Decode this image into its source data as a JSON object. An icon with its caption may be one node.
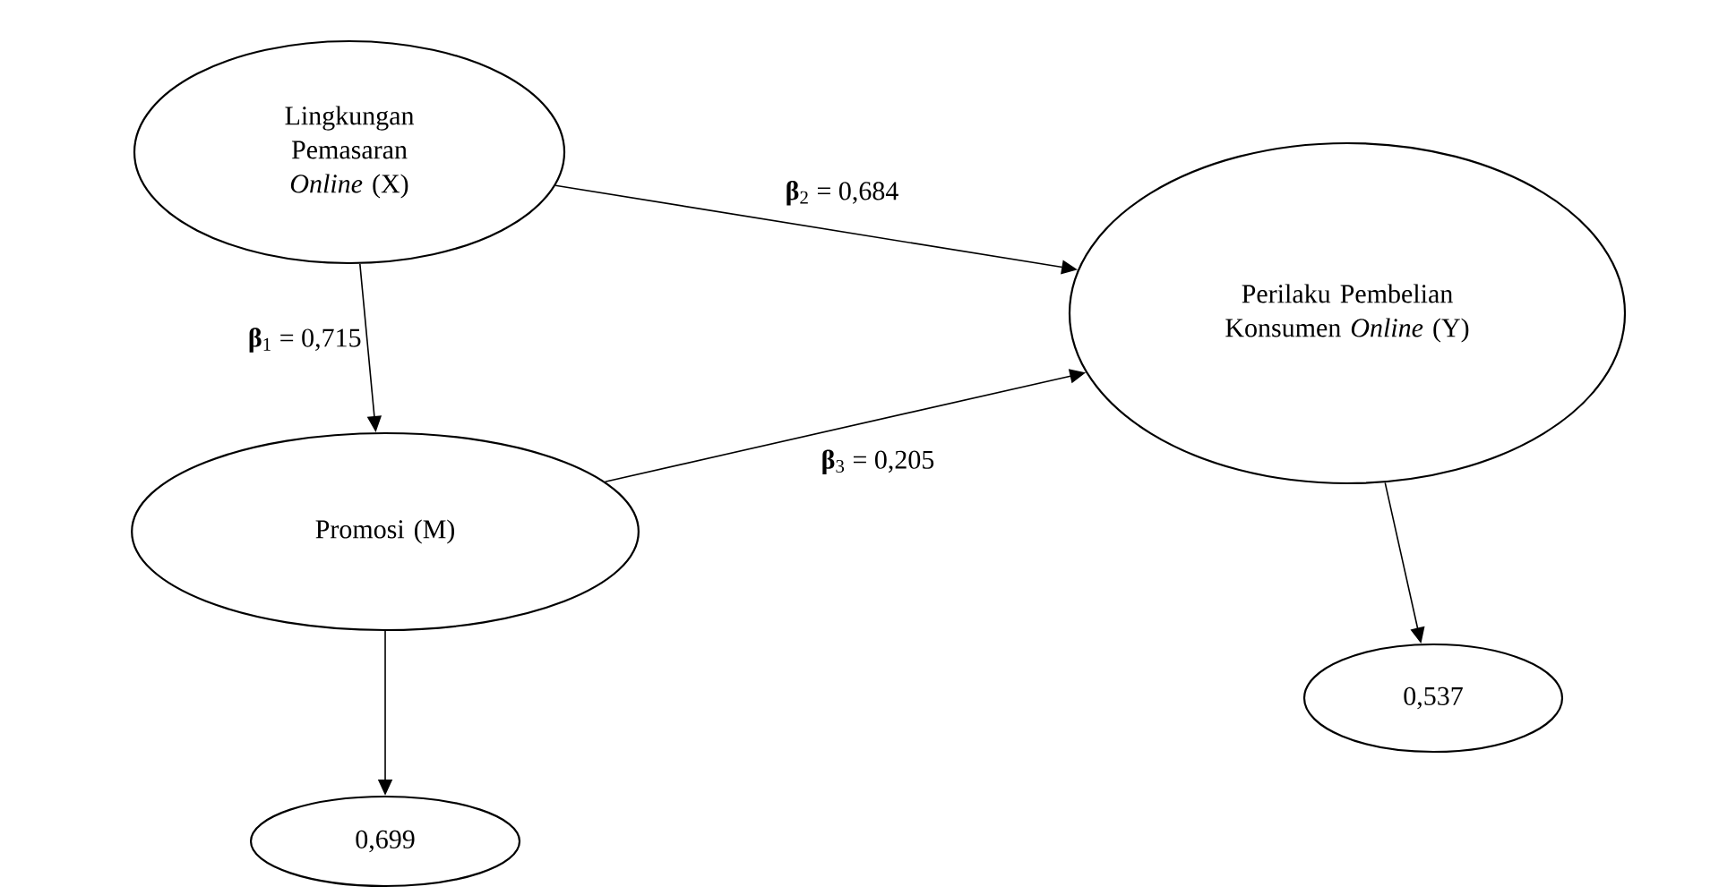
{
  "diagram": {
    "nodes": [
      {
        "text": [
          "Lingkungan Pemasaran *Online* (X)"
        ]
      },
      {
        "text": [
          "Promosi (M)"
        ]
      },
      {
        "text": [
          "Perilaku Pembelian Konsumen *Online* (Y)"
        ]
      },
      {
        "text": [
          "0,699"
        ]
      },
      {
        "text": [
          "0,537"
        ]
      }
    ],
    "edges": [
      {
        "from": 0,
        "to": 1,
        "arrow": "to",
        "label": "**β**$_{1}$ = 0,715"
      },
      {
        "from": 0,
        "to": 2,
        "arrow": "to",
        "label": "**β**$_{2}$ = 0,684"
      },
      {
        "from": 1,
        "to": 2,
        "arrow": "to",
        "label": "**β**$_{3}$ = 0,205"
      },
      {
        "from": 1,
        "to": 3,
        "arrow": "to"
      },
      {
        "from": 2,
        "to": 4,
        "arrow": "to"
      }
    ]
  }
}
